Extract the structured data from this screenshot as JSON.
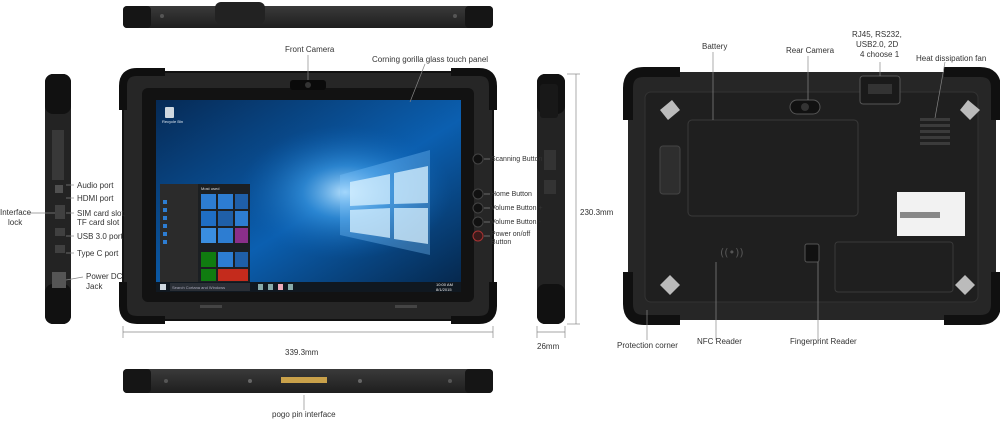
{
  "labels": {
    "front_camera": "Front Camera",
    "glass_panel": "Corning gorilla glass touch panel",
    "audio_port": "Audio port",
    "hdmi_port": "HDMI port",
    "interface_lock_1": "Interface",
    "interface_lock_2": "lock",
    "sim_slot_1": "SIM card slot,",
    "sim_slot_2": "TF card slot",
    "usb_port": "USB 3.0 port",
    "type_c_port": "Type C port",
    "power_dc_1": "Power DC",
    "power_dc_2": "Jack",
    "scanning_button": "Scanning Button",
    "home_button": "Home Button",
    "volume_up": "Volume Button +",
    "volume_down": "Volume Button -",
    "power_button_1": "Power on/off",
    "power_button_2": "Button",
    "height_dim": "230.3mm",
    "width_dim": "339.3mm",
    "depth_dim": "26mm",
    "pogo_pin": "pogo pin interface",
    "battery": "Battery",
    "rear_camera": "Rear Camera",
    "rj45_1": "RJ45, RS232,",
    "rj45_2": "USB2.0, 2D",
    "rj45_3": "4 choose 1",
    "heat_fan": "Heat dissipation fan",
    "protection_corner": "Protection corner",
    "nfc_reader": "NFC Reader",
    "fingerprint_reader": "Fingerprint Reader"
  },
  "screen": {
    "search_placeholder": "Search Cortana and Windows",
    "clock_time": "10:00 AM",
    "clock_date": "8/1/2015",
    "start_group_title": "Most used",
    "recycle_bin": "Recycle Bin"
  },
  "colors": {
    "body": "#2b2b2b",
    "bezel": "#1a1a1a",
    "screen_blue": "#0a4a8a",
    "line": "#888888"
  }
}
